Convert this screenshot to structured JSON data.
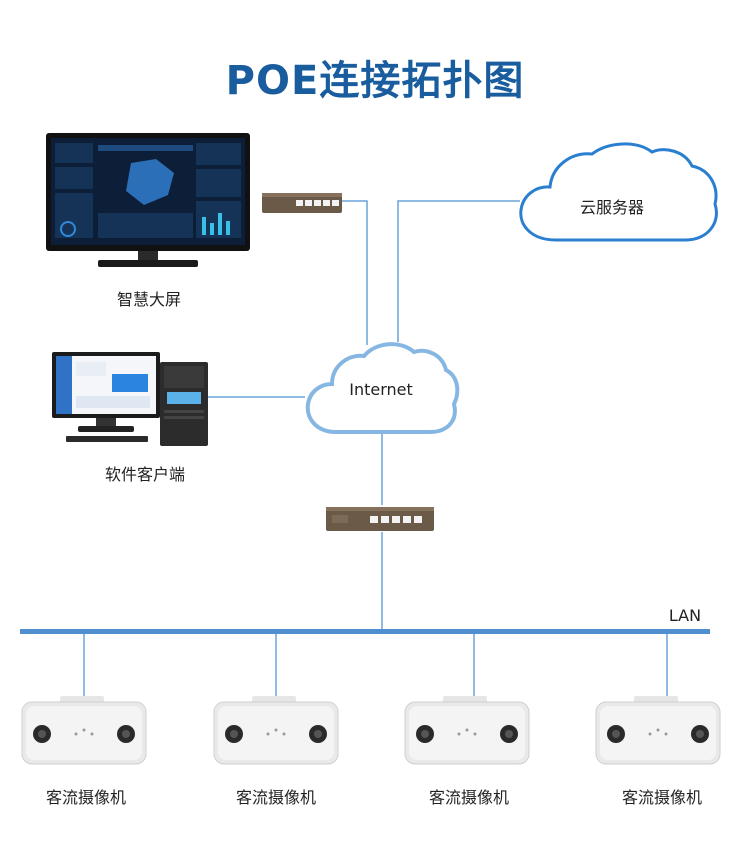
{
  "title": "POE连接拓扑图",
  "nodes": {
    "screen": "智慧大屏",
    "client": "软件客户端",
    "cloud_server": "云服务器",
    "internet": "Internet",
    "lan": "LAN"
  },
  "cameras": [
    "客流摄像机",
    "客流摄像机",
    "客流摄像机",
    "客流摄像机"
  ],
  "colors": {
    "title": "#1a5d9e",
    "line": "#5b9bd5",
    "bus": "#4f8fd0",
    "cloud_border": "#2a7fd1"
  }
}
